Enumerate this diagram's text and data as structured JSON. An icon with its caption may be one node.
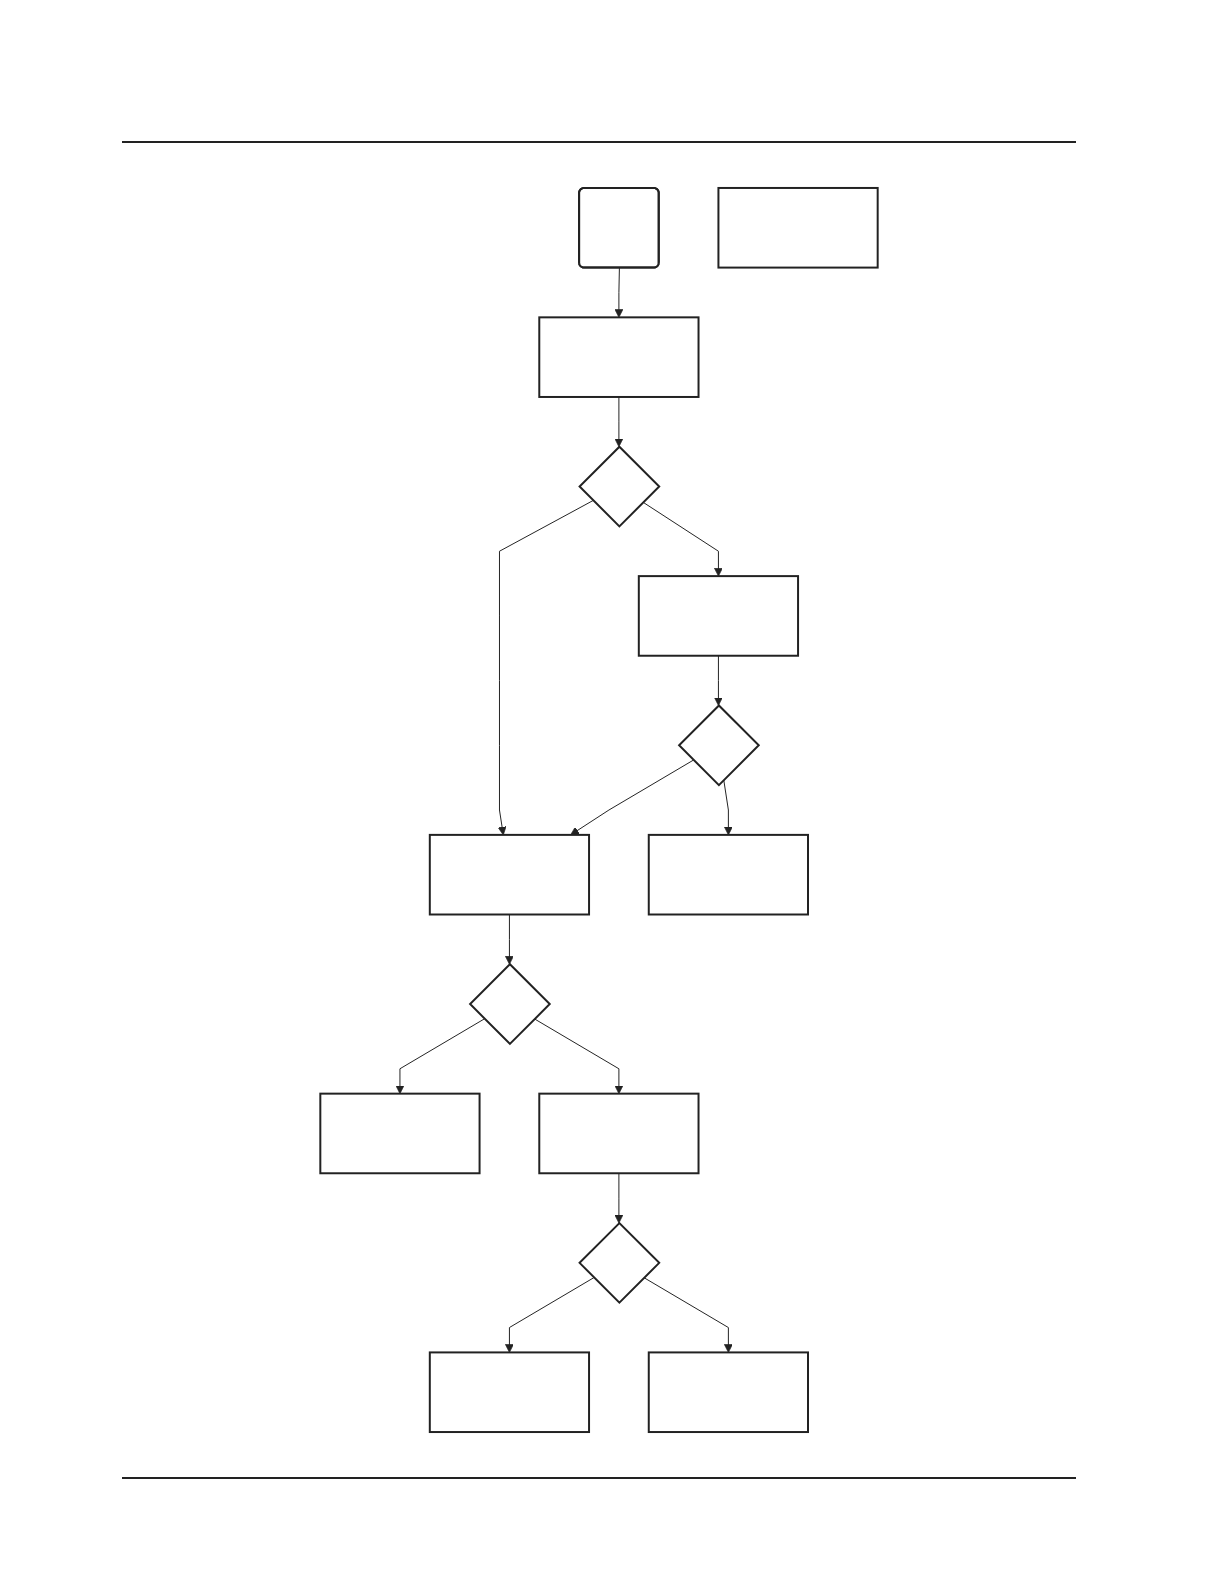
{
  "diagram": {
    "nodes": [
      {
        "text": [],
        "shape": "box"
      },
      {
        "text": [],
        "shape": "box"
      },
      {
        "text": [],
        "shape": "box"
      },
      {
        "text": [],
        "shape": "box"
      },
      {
        "text": [],
        "shape": "diamond"
      },
      {
        "text": [],
        "shape": "diamond"
      },
      {
        "text": [],
        "shape": "box"
      },
      {
        "text": [],
        "shape": "box"
      },
      {
        "text": [],
        "shape": "box"
      },
      {
        "text": [],
        "shape": "diamond"
      },
      {
        "text": [],
        "shape": "box"
      },
      {
        "text": [],
        "shape": "box"
      },
      {
        "text": [],
        "shape": "diamond"
      },
      {
        "text": [],
        "shape": "box"
      }
    ],
    "edges": [
      {
        "from": 0,
        "to": 2,
        "arrow": "to"
      },
      {
        "from": 2,
        "to": 4,
        "arrow": "to"
      },
      {
        "from": 4,
        "to": 3,
        "arrow": "to"
      },
      {
        "from": 4,
        "to": 6,
        "arrow": "to"
      },
      {
        "from": 3,
        "to": 5,
        "arrow": "to"
      },
      {
        "from": 5,
        "to": 6,
        "arrow": "to"
      },
      {
        "from": 5,
        "to": 7,
        "arrow": "to"
      },
      {
        "from": 6,
        "to": 9,
        "arrow": "to"
      },
      {
        "from": 9,
        "to": 8,
        "arrow": "to"
      },
      {
        "from": 9,
        "to": 10,
        "arrow": "to"
      },
      {
        "from": 10,
        "to": 12,
        "arrow": "to"
      },
      {
        "from": 12,
        "to": 11,
        "arrow": "to"
      },
      {
        "from": 12,
        "to": 13,
        "arrow": "to"
      }
    ]
  }
}
